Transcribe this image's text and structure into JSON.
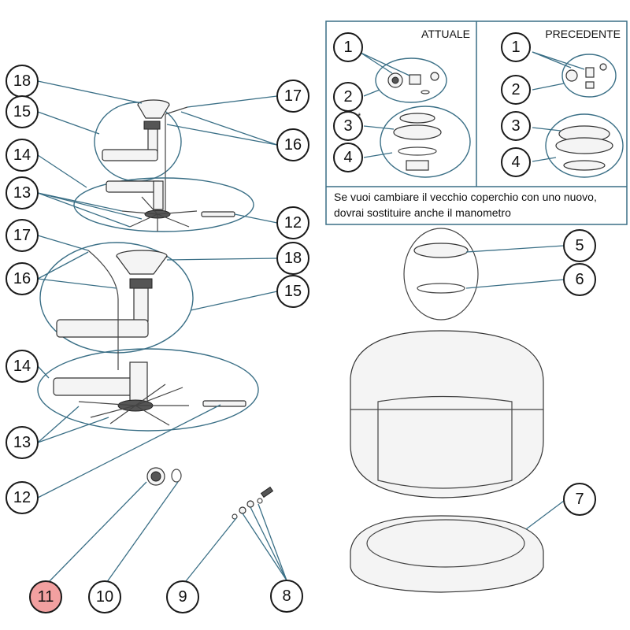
{
  "panel": {
    "left_title": "ATTUALE",
    "right_title": "PRECEDENTE",
    "note_line1": "Se vuoi cambiare il vecchio coperchio con uno nuovo,",
    "note_line2": "dovrai sostituire anche il manometro",
    "star": "*"
  },
  "callouts": {
    "c18a": "18",
    "c15a": "15",
    "c14a": "14",
    "c13a": "13",
    "c12a": "12",
    "c17a": "17",
    "c16a": "16",
    "c17b": "17",
    "c16b": "16",
    "c18b": "18",
    "c15b": "15",
    "c14b": "14",
    "c13b": "13",
    "c12b": "12",
    "c11": "11",
    "c10": "10",
    "c9": "9",
    "c8": "8",
    "c7": "7",
    "c5": "5",
    "c6": "6",
    "a1": "1",
    "a2": "2",
    "a3": "3",
    "a4": "4",
    "p1": "1",
    "p2": "2",
    "p3": "3",
    "p4": "4"
  },
  "colors": {
    "highlight": "#f2a0a0",
    "leader": "#3a6f86"
  }
}
